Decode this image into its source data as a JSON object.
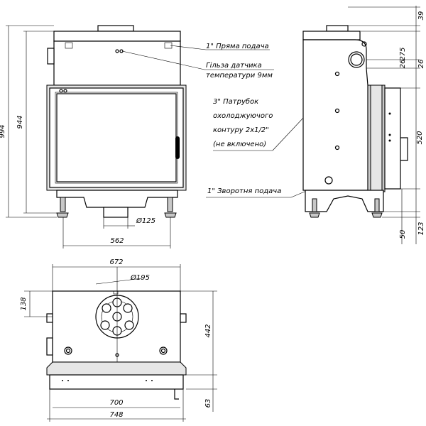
{
  "dimensions": {
    "front_height_total": "994",
    "front_height_body": "944",
    "flue_diameter": "Ø125",
    "front_width": "562",
    "side_top": "39",
    "side_275": "275",
    "side_26": "26",
    "side_520": "520",
    "side_50": "50",
    "side_123": "123",
    "top_width_672": "672",
    "top_flue_diameter": "Ø195",
    "top_138": "138",
    "top_442": "442",
    "top_63": "63",
    "bottom_700": "700",
    "bottom_748": "748"
  },
  "callouts": {
    "supply": "1\" Пряма подача",
    "sensor_line1": "Гільза датчика",
    "sensor_line2": "температури 9мм",
    "coil_line1": "3\" Патрубок",
    "coil_line2": "охолоджуючого",
    "coil_line3": "контуру 2х1/2\"",
    "coil_line4": "(не включено)",
    "return": "1\" Зворотня подача"
  }
}
